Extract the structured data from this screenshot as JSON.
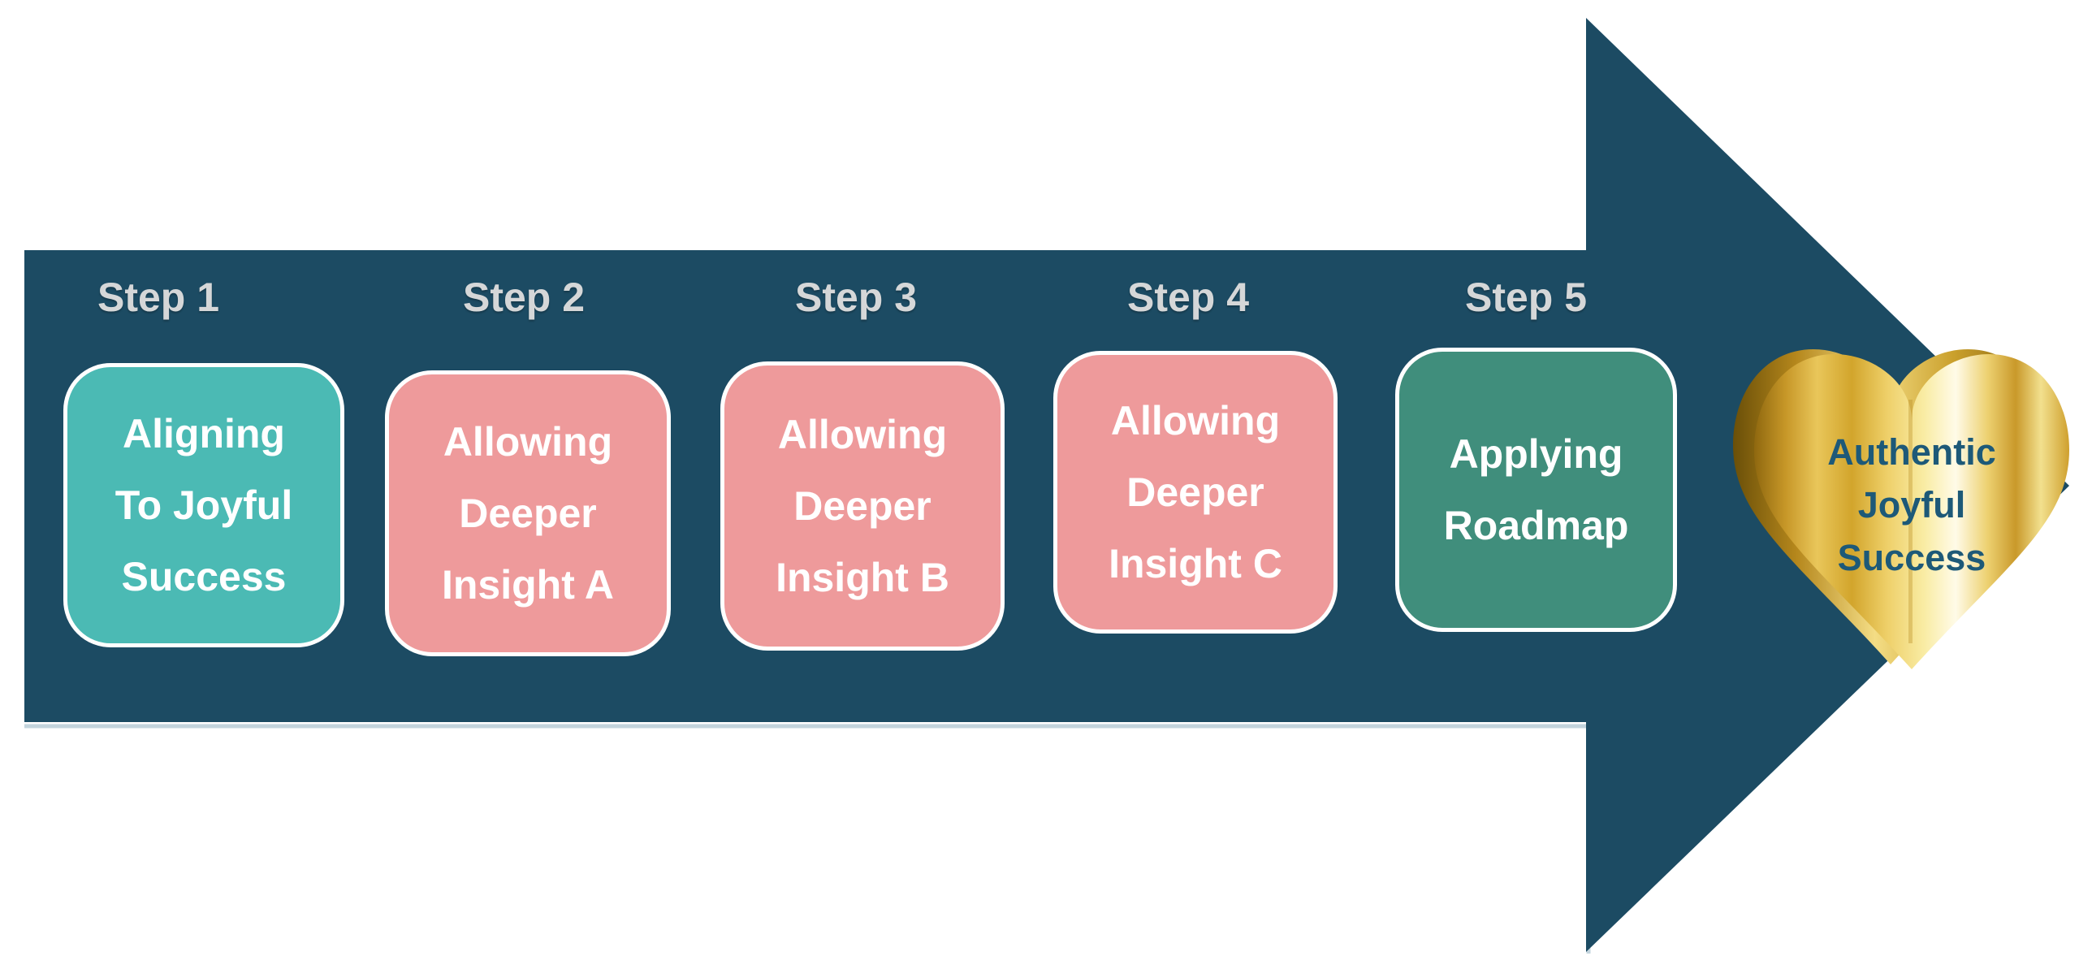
{
  "diagram": {
    "description": "Five-step process arrow leading to a gold heart labelled Authentic Joyful Success",
    "steps": [
      {
        "label": "Step 1",
        "box_text": "Aligning\nTo Joyful\nSuccess",
        "box_color": "#4bbab4"
      },
      {
        "label": "Step 2",
        "box_text": "Allowing\nDeeper\nInsight A",
        "box_color": "#ee9a9b"
      },
      {
        "label": "Step 3",
        "box_text": "Allowing\nDeeper\nInsight B",
        "box_color": "#ee9a9b"
      },
      {
        "label": "Step 4",
        "box_text": "Allowing\nDeeper\nInsight C",
        "box_color": "#ee9a9b"
      },
      {
        "label": "Step 5",
        "box_text": "Applying\nRoadmap",
        "box_color": "#408e7c"
      }
    ],
    "goal": {
      "text": "Authentic\nJoyful\nSuccess",
      "icon": "gold-heart"
    },
    "colors": {
      "background": "#ffffff",
      "arrow": "#1c4b63",
      "arrow_edge_shadow": "#b9cdd7",
      "step_label": "#d5d7d8",
      "box_text": "#ffffff",
      "box_border": "#ffffff",
      "teal": "#4bbab4",
      "pink": "#ee9a9b",
      "green": "#408e7c",
      "heart_text": "#1d5978",
      "gold_light": "#fdf4c0",
      "gold_dark": "#8f680f"
    }
  }
}
